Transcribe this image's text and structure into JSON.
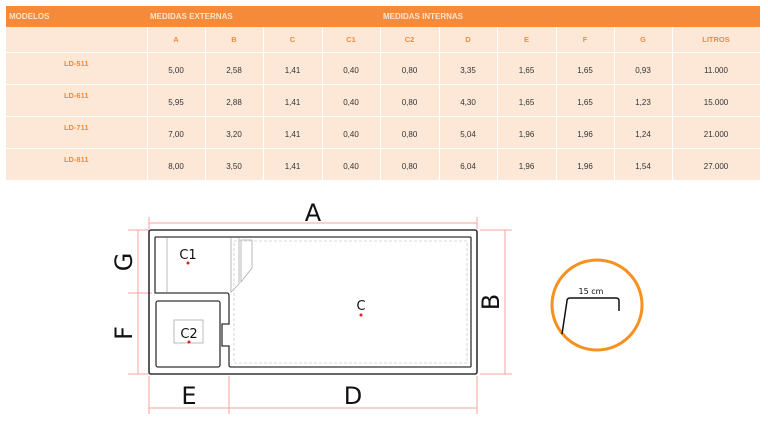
{
  "table": {
    "groups": {
      "models": "MODELOS",
      "external": "MEDIDAS EXTERNAS",
      "internal": "MEDIDAS INTERNAS"
    },
    "columns": [
      "A",
      "B",
      "C",
      "C1",
      "C2",
      "D",
      "E",
      "F",
      "G",
      "LITROS"
    ],
    "rows": [
      {
        "model": "LD-511",
        "values": [
          "5,00",
          "2,58",
          "1,41",
          "0,40",
          "0,80",
          "3,35",
          "1,65",
          "1,65",
          "0,93",
          "11.000"
        ]
      },
      {
        "model": "LD-611",
        "values": [
          "5,95",
          "2,88",
          "1,41",
          "0,40",
          "0,80",
          "4,30",
          "1,65",
          "1,65",
          "1,23",
          "15.000"
        ]
      },
      {
        "model": "LD-711",
        "values": [
          "7,00",
          "3,20",
          "1,41",
          "0,40",
          "0,80",
          "5,04",
          "1,96",
          "1,96",
          "1,24",
          "21.000"
        ]
      },
      {
        "model": "LD-811",
        "values": [
          "8,00",
          "3,50",
          "1,41",
          "0,40",
          "0,80",
          "6,04",
          "1,96",
          "1,96",
          "1,54",
          "27.000"
        ]
      }
    ]
  },
  "diagram": {
    "labels": {
      "A": "A",
      "B": "B",
      "C": "C",
      "C1": "C1",
      "C2": "C2",
      "D": "D",
      "E": "E",
      "F": "F",
      "G": "G"
    },
    "edge_detail": "15 cm",
    "colors": {
      "accent": "#f58a3a",
      "dimension": "#f4a0a0",
      "point": "#e02020"
    }
  }
}
